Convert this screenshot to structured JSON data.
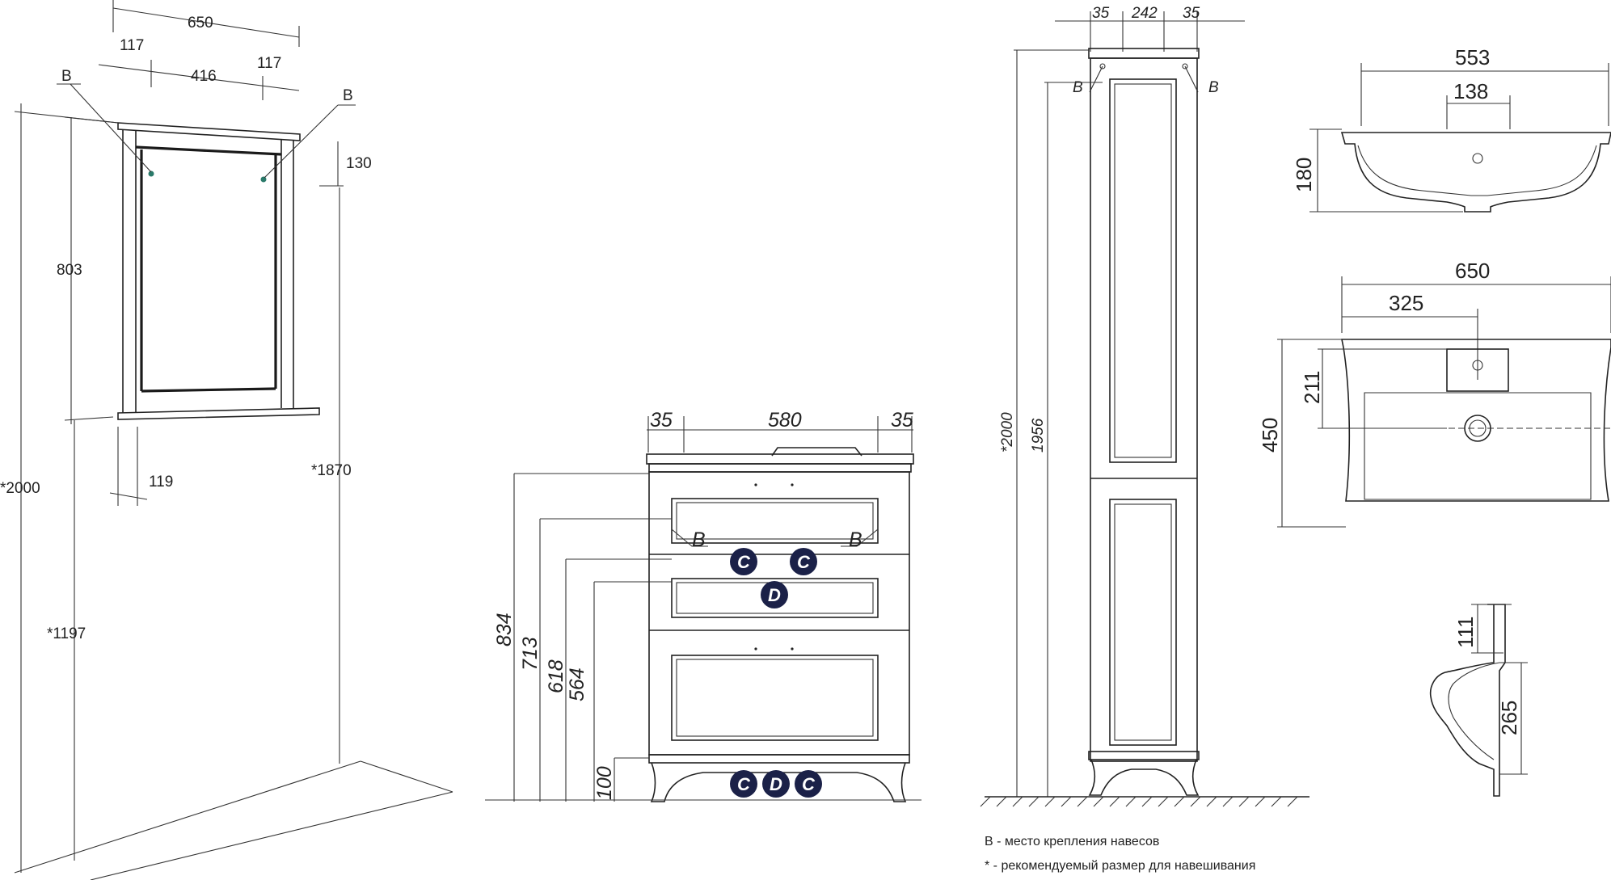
{
  "mirror": {
    "width": "650",
    "left_offset": "117",
    "right_offset": "117",
    "mount_spacing": "416",
    "mount_left": "B",
    "mount_right": "B",
    "top_drop": "130",
    "height": "803",
    "shelf_depth": "119",
    "total_height": "*2000",
    "top_height": "*1870",
    "bottom_height": "*1197"
  },
  "vanity": {
    "left_edge": "35",
    "width": "580",
    "right_edge": "35",
    "h_total": "834",
    "h_713": "713",
    "h_618": "618",
    "h_564": "564",
    "h_legs": "100",
    "mount_left": "B",
    "mount_right": "B",
    "drawer_marks": [
      "C",
      "C",
      "D"
    ],
    "leg_marks": [
      "C",
      "D",
      "C"
    ],
    "badge_color": "#1b2148"
  },
  "column": {
    "left_edge": "35",
    "width": "242",
    "right_edge": "35",
    "mount_left": "B",
    "mount_right": "B",
    "height_total": "*2000",
    "height_mount": "1956"
  },
  "basin": {
    "width": "553",
    "tap_width": "138",
    "depth": "180",
    "outer_width": "650",
    "half_width": "325",
    "tap_offset": "211",
    "outer_depth": "450",
    "rim_height": "111",
    "total_height": "265"
  },
  "legend": {
    "line1": "B - место крепления навесов",
    "line2": "* - рекомендуемый размер для навешивания"
  }
}
